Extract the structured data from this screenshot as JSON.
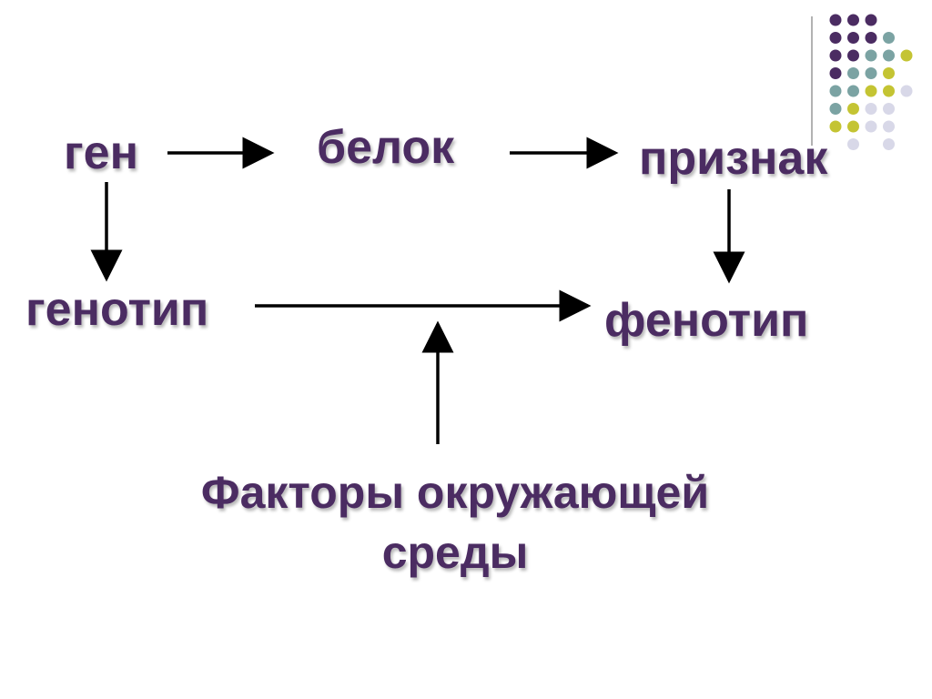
{
  "diagram": {
    "nodes": {
      "gene": "ген",
      "protein": "белок",
      "trait": "признак",
      "genotype": "генотип",
      "phenotype": "фенотип",
      "environment_line1": "Факторы окружающей",
      "environment_line2": "среды"
    },
    "edges": [
      {
        "from": "gene",
        "to": "protein"
      },
      {
        "from": "protein",
        "to": "trait"
      },
      {
        "from": "gene",
        "to": "genotype"
      },
      {
        "from": "trait",
        "to": "phenotype"
      },
      {
        "from": "genotype",
        "to": "phenotype"
      },
      {
        "from": "environment",
        "to": "genotype-phenotype-link"
      }
    ]
  },
  "colors": {
    "text": "#4b2c62",
    "arrow": "#000000",
    "dot_purple": "#4b2c62",
    "dot_teal": "#7ba3a3",
    "dot_olive": "#c4c433",
    "dot_lavender": "#d8d8e8",
    "divider": "#999999"
  },
  "decoration": {
    "dot_grid_rows": [
      [
        "purple",
        "purple",
        "purple",
        "none",
        "none"
      ],
      [
        "purple",
        "purple",
        "purple",
        "teal",
        "none"
      ],
      [
        "purple",
        "purple",
        "teal",
        "teal",
        "olive"
      ],
      [
        "purple",
        "teal",
        "teal",
        "olive",
        "none"
      ],
      [
        "teal",
        "teal",
        "olive",
        "olive",
        "lavender"
      ],
      [
        "teal",
        "olive",
        "lavender",
        "lavender",
        "none"
      ],
      [
        "olive",
        "olive",
        "lavender",
        "lavender",
        "none"
      ],
      [
        "none",
        "lavender",
        "none",
        "lavender",
        "none"
      ]
    ]
  }
}
